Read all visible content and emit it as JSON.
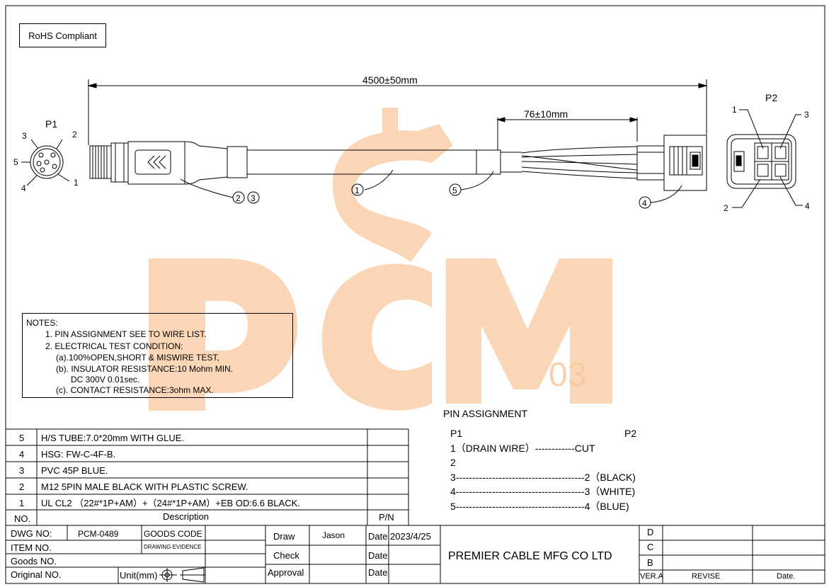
{
  "rohs": "RoHS Compliant",
  "drawing": {
    "length_dim": "4500±50mm",
    "strip_dim": "76±10mm",
    "p1_label": "P1",
    "p2_label": "P2",
    "p1_pins": [
      "1",
      "2",
      "3",
      "4",
      "5"
    ],
    "p2_pins": [
      "1",
      "2",
      "3",
      "4"
    ],
    "callouts": [
      "1",
      "2",
      "3",
      "4",
      "5"
    ],
    "watermark": "PCM",
    "watermark_sub": "03",
    "watermark_color": "#f9c9a0"
  },
  "notes": {
    "title": "NOTES:",
    "lines": [
      "1. PIN ASSIGNMENT SEE TO WIRE LIST.",
      "2. ELECTRICAL TEST CONDITION:",
      "(a).100%OPEN,SHORT & MISWIRE TEST,",
      "(b). INSULATOR RESISTANCE:10 Mohm MIN.",
      "DC 300V 0.01sec.",
      "(c). CONTACT RESISTANCE:3ohm MAX."
    ]
  },
  "pin_assignment": {
    "title": "PIN  ASSIGNMENT",
    "head_p1": "P1",
    "head_p2": "P2",
    "rows": [
      "1（DRAIN WIRE）------------CUT",
      "2",
      "3---------------------------------------2（BLACK)",
      "4---------------------------------------3（WHITE)",
      "5---------------------------------------4（BLUE)"
    ]
  },
  "bom": {
    "rows": [
      {
        "no": "5",
        "desc": "H/S TUBE:7.0*20mm WITH GLUE.",
        "pn": ""
      },
      {
        "no": "4",
        "desc": "HSG:  FW-C-4F-B.",
        "pn": ""
      },
      {
        "no": "3",
        "desc": "PVC 45P BLUE.",
        "pn": ""
      },
      {
        "no": "2",
        "desc": "M12 5PIN MALE  BLACK WITH PLASTIC SCREW.",
        "pn": ""
      },
      {
        "no": "1",
        "desc": "UL CL2 （22#*1P+AM）+（24#*1P+AM）+EB  OD:6.6  BLACK.",
        "pn": ""
      }
    ],
    "head_no": "NO.",
    "head_desc": "Description",
    "head_pn": "P/N"
  },
  "title_block": {
    "dwg_no_label": "DWG NO:",
    "dwg_no": "PCM-0489",
    "goods_code": "GOODS CODE",
    "item_no": "ITEM NO.",
    "drawing_evidence": "DRAWING EVIDENCE",
    "goods_no": "Goods NO.",
    "original_no": "Original NO.",
    "unit": "Unit(mm)",
    "draw": "Draw",
    "draw_name": "Jason",
    "check": "Check",
    "approval": "Approval",
    "date_label": "Date",
    "draw_date": "2023/4/25",
    "company": "PREMIER CABLE MFG CO LTD",
    "rev_d": "D",
    "rev_c": "C",
    "rev_b": "B",
    "ver_a": "VER.A",
    "revise": "REVISE",
    "date_col": "Date."
  }
}
